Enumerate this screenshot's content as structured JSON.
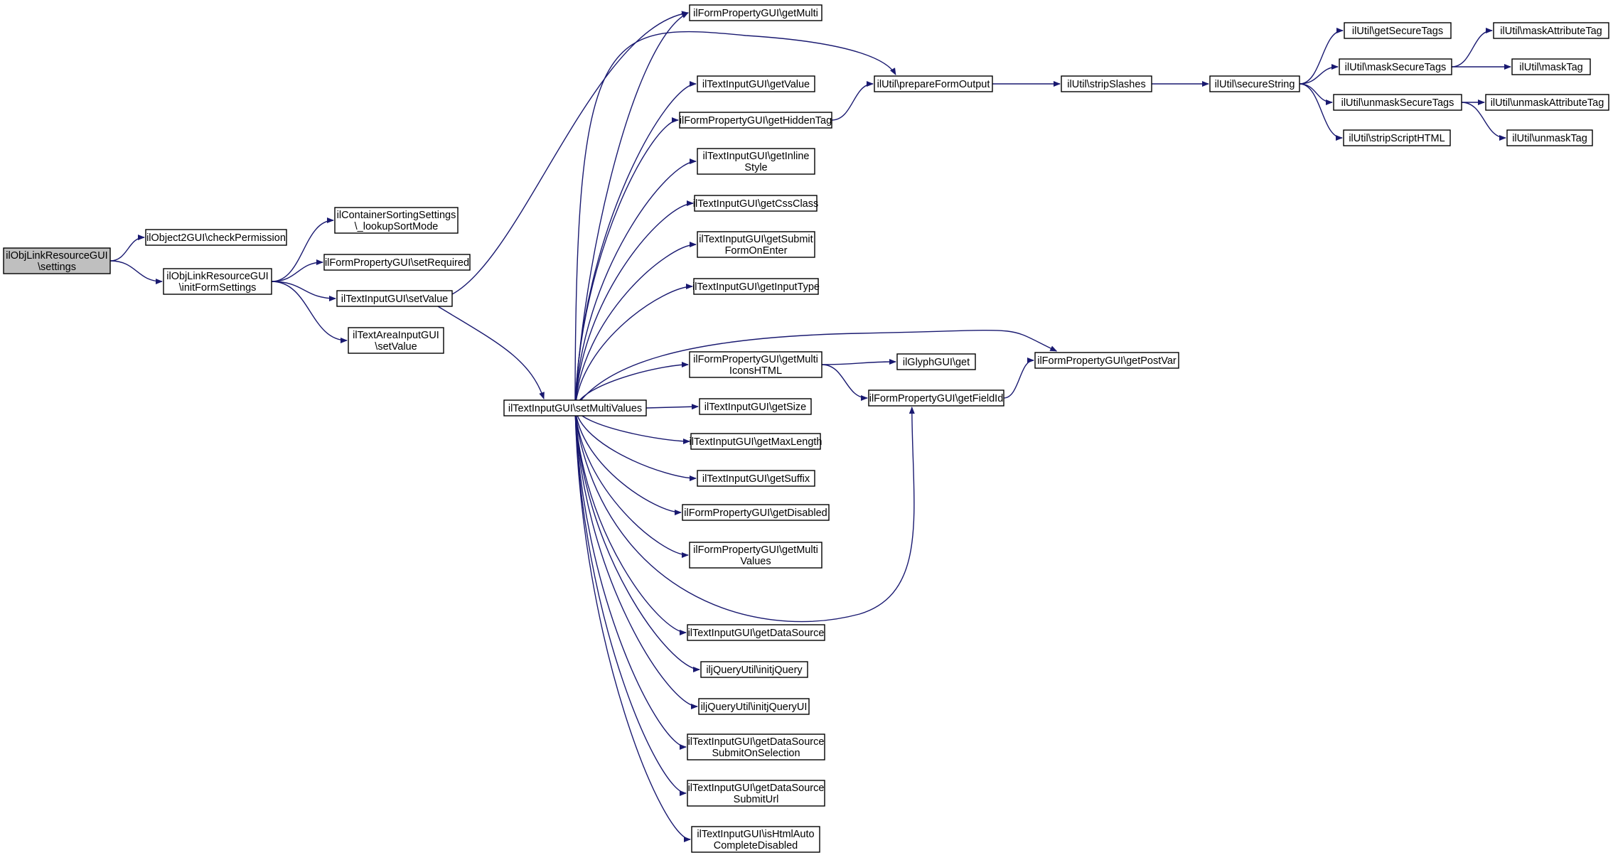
{
  "nodes": [
    {
      "id": "settings",
      "lines": [
        "ilObjLinkResourceGUI",
        "\\settings"
      ],
      "root": true
    },
    {
      "id": "checkPermission",
      "lines": [
        "ilObject2GUI\\checkPermission"
      ]
    },
    {
      "id": "initFormSettings",
      "lines": [
        "ilObjLinkResourceGUI",
        "\\initFormSettings"
      ]
    },
    {
      "id": "lookupSortMode",
      "lines": [
        "ilContainerSortingSettings",
        "\\_lookupSortMode"
      ]
    },
    {
      "id": "setRequired",
      "lines": [
        "ilFormPropertyGUI\\setRequired"
      ]
    },
    {
      "id": "setValueText",
      "lines": [
        "ilTextInputGUI\\setValue"
      ]
    },
    {
      "id": "setValueArea",
      "lines": [
        "ilTextAreaInputGUI",
        "\\setValue"
      ]
    },
    {
      "id": "setMultiValues",
      "lines": [
        "ilTextInputGUI\\setMultiValues"
      ]
    },
    {
      "id": "getMulti",
      "lines": [
        "ilFormPropertyGUI\\getMulti"
      ]
    },
    {
      "id": "getValue",
      "lines": [
        "ilTextInputGUI\\getValue"
      ]
    },
    {
      "id": "getHiddenTag",
      "lines": [
        "ilFormPropertyGUI\\getHiddenTag"
      ]
    },
    {
      "id": "getInlineStyle",
      "lines": [
        "ilTextInputGUI\\getInline",
        "Style"
      ]
    },
    {
      "id": "getCssClass",
      "lines": [
        "ilTextInputGUI\\getCssClass"
      ]
    },
    {
      "id": "getSubmitFormOnEnter",
      "lines": [
        "ilTextInputGUI\\getSubmit",
        "FormOnEnter"
      ]
    },
    {
      "id": "getInputType",
      "lines": [
        "ilTextInputGUI\\getInputType"
      ]
    },
    {
      "id": "getMultiIconsHTML",
      "lines": [
        "ilFormPropertyGUI\\getMulti",
        "IconsHTML"
      ]
    },
    {
      "id": "getSize",
      "lines": [
        "ilTextInputGUI\\getSize"
      ]
    },
    {
      "id": "getMaxLength",
      "lines": [
        "ilTextInputGUI\\getMaxLength"
      ]
    },
    {
      "id": "getSuffix",
      "lines": [
        "ilTextInputGUI\\getSuffix"
      ]
    },
    {
      "id": "getDisabled",
      "lines": [
        "ilFormPropertyGUI\\getDisabled"
      ]
    },
    {
      "id": "getMultiValues",
      "lines": [
        "ilFormPropertyGUI\\getMulti",
        "Values"
      ]
    },
    {
      "id": "getDataSource",
      "lines": [
        "ilTextInputGUI\\getDataSource"
      ]
    },
    {
      "id": "initjQuery",
      "lines": [
        "iljQueryUtil\\initjQuery"
      ]
    },
    {
      "id": "initjQueryUI",
      "lines": [
        "iljQueryUtil\\initjQueryUI"
      ]
    },
    {
      "id": "getDataSourceSubmitOnSelection",
      "lines": [
        "ilTextInputGUI\\getDataSource",
        "SubmitOnSelection"
      ]
    },
    {
      "id": "getDataSourceSubmitUrl",
      "lines": [
        "ilTextInputGUI\\getDataSource",
        "SubmitUrl"
      ]
    },
    {
      "id": "isHtmlAutoCompleteDisabled",
      "lines": [
        "ilTextInputGUI\\isHtmlAuto",
        "CompleteDisabled"
      ]
    },
    {
      "id": "prepareFormOutput",
      "lines": [
        "ilUtil\\prepareFormOutput"
      ]
    },
    {
      "id": "glyphGet",
      "lines": [
        "ilGlyphGUI\\get"
      ]
    },
    {
      "id": "getFieldId",
      "lines": [
        "ilFormPropertyGUI\\getFieldId"
      ]
    },
    {
      "id": "getPostVar",
      "lines": [
        "ilFormPropertyGUI\\getPostVar"
      ]
    },
    {
      "id": "stripSlashes",
      "lines": [
        "ilUtil\\stripSlashes"
      ]
    },
    {
      "id": "secureString",
      "lines": [
        "ilUtil\\secureString"
      ]
    },
    {
      "id": "getSecureTags",
      "lines": [
        "ilUtil\\getSecureTags"
      ]
    },
    {
      "id": "maskSecureTags",
      "lines": [
        "ilUtil\\maskSecureTags"
      ]
    },
    {
      "id": "unmaskSecureTags",
      "lines": [
        "ilUtil\\unmaskSecureTags"
      ]
    },
    {
      "id": "stripScriptHTML",
      "lines": [
        "ilUtil\\stripScriptHTML"
      ]
    },
    {
      "id": "maskAttributeTag",
      "lines": [
        "ilUtil\\maskAttributeTag"
      ]
    },
    {
      "id": "maskTag",
      "lines": [
        "ilUtil\\maskTag"
      ]
    },
    {
      "id": "unmaskAttributeTag",
      "lines": [
        "ilUtil\\unmaskAttributeTag"
      ]
    },
    {
      "id": "unmaskTag",
      "lines": [
        "ilUtil\\unmaskTag"
      ]
    }
  ],
  "edges": [
    {
      "from": "settings",
      "to": "checkPermission"
    },
    {
      "from": "settings",
      "to": "initFormSettings"
    },
    {
      "from": "initFormSettings",
      "to": "lookupSortMode"
    },
    {
      "from": "initFormSettings",
      "to": "setRequired"
    },
    {
      "from": "initFormSettings",
      "to": "setValueText"
    },
    {
      "from": "initFormSettings",
      "to": "setValueArea"
    },
    {
      "from": "setValueText",
      "to": "getMulti"
    },
    {
      "from": "setValueText",
      "to": "setMultiValues"
    },
    {
      "from": "setMultiValues",
      "to": "getMulti"
    },
    {
      "from": "setMultiValues",
      "to": "prepareFormOutput"
    },
    {
      "from": "setMultiValues",
      "to": "getValue"
    },
    {
      "from": "setMultiValues",
      "to": "getHiddenTag"
    },
    {
      "from": "setMultiValues",
      "to": "getInlineStyle"
    },
    {
      "from": "setMultiValues",
      "to": "getCssClass"
    },
    {
      "from": "setMultiValues",
      "to": "getSubmitFormOnEnter"
    },
    {
      "from": "setMultiValues",
      "to": "getInputType"
    },
    {
      "from": "setMultiValues",
      "to": "getPostVar"
    },
    {
      "from": "setMultiValues",
      "to": "getMultiIconsHTML"
    },
    {
      "from": "setMultiValues",
      "to": "getSize"
    },
    {
      "from": "setMultiValues",
      "to": "getMaxLength"
    },
    {
      "from": "setMultiValues",
      "to": "getSuffix"
    },
    {
      "from": "setMultiValues",
      "to": "getDisabled"
    },
    {
      "from": "setMultiValues",
      "to": "getMultiValues"
    },
    {
      "from": "setMultiValues",
      "to": "getFieldId"
    },
    {
      "from": "setMultiValues",
      "to": "getDataSource"
    },
    {
      "from": "setMultiValues",
      "to": "initjQuery"
    },
    {
      "from": "setMultiValues",
      "to": "initjQueryUI"
    },
    {
      "from": "setMultiValues",
      "to": "getDataSourceSubmitOnSelection"
    },
    {
      "from": "setMultiValues",
      "to": "getDataSourceSubmitUrl"
    },
    {
      "from": "setMultiValues",
      "to": "isHtmlAutoCompleteDisabled"
    },
    {
      "from": "getHiddenTag",
      "to": "prepareFormOutput"
    },
    {
      "from": "getMultiIconsHTML",
      "to": "glyphGet"
    },
    {
      "from": "getMultiIconsHTML",
      "to": "getFieldId"
    },
    {
      "from": "getFieldId",
      "to": "getPostVar"
    },
    {
      "from": "prepareFormOutput",
      "to": "stripSlashes"
    },
    {
      "from": "stripSlashes",
      "to": "secureString"
    },
    {
      "from": "secureString",
      "to": "getSecureTags"
    },
    {
      "from": "secureString",
      "to": "maskSecureTags"
    },
    {
      "from": "secureString",
      "to": "unmaskSecureTags"
    },
    {
      "from": "secureString",
      "to": "stripScriptHTML"
    },
    {
      "from": "maskSecureTags",
      "to": "maskAttributeTag"
    },
    {
      "from": "maskSecureTags",
      "to": "maskTag"
    },
    {
      "from": "unmaskSecureTags",
      "to": "unmaskAttributeTag"
    },
    {
      "from": "unmaskSecureTags",
      "to": "unmaskTag"
    }
  ],
  "colors": {
    "edge": "#191970",
    "root_fill": "#bfbfbf",
    "node_fill": "#ffffff",
    "node_stroke": "#000000"
  }
}
